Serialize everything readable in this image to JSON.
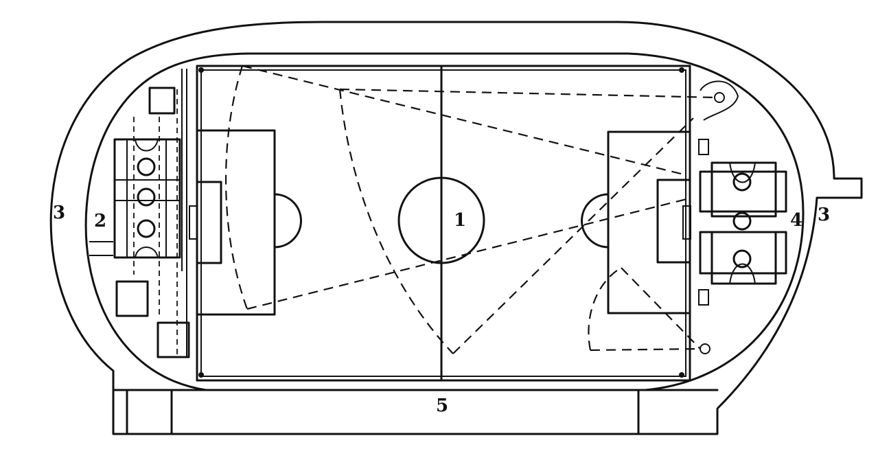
{
  "diagram": {
    "labels": {
      "field": "1",
      "courts_left": "2",
      "track_left": "3",
      "track_right": "3",
      "courts_right": "4",
      "stands": "5"
    }
  }
}
